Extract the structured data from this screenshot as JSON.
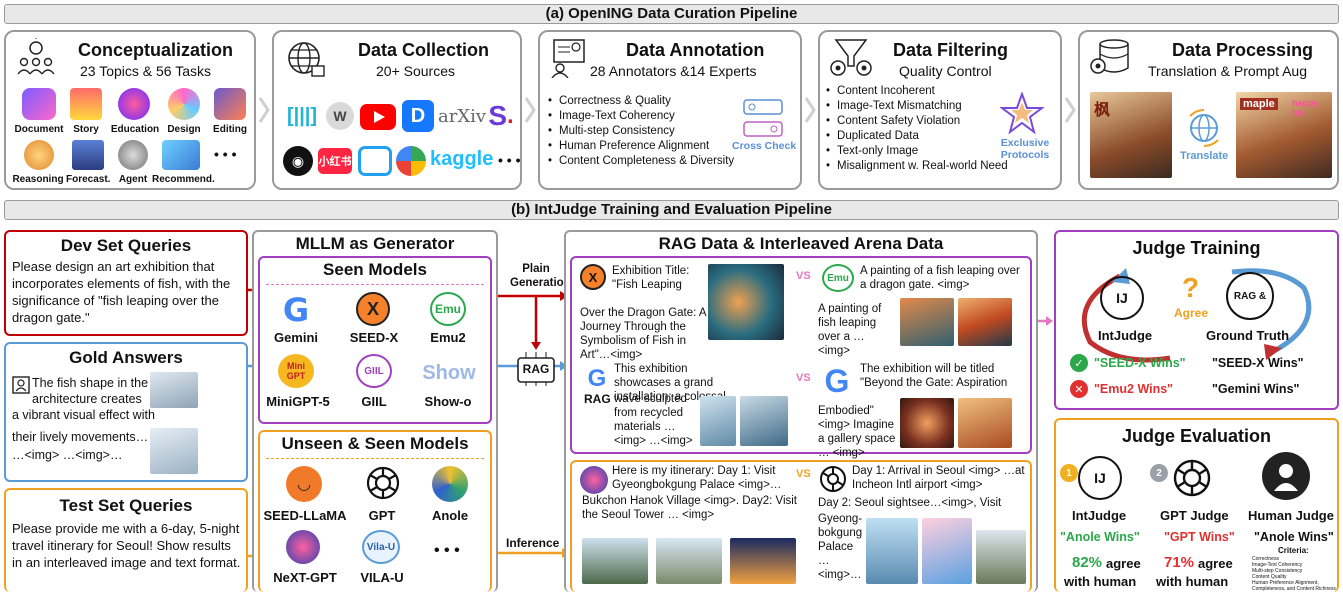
{
  "banner_a": "(a) OpenING Data Curation Pipeline",
  "banner_b": "(b) IntJudge Training and Evaluation Pipeline",
  "concept": {
    "title": "Conceptualization",
    "subtitle": "23 Topics & 56 Tasks",
    "labels": [
      "Document",
      "Story",
      "Education",
      "Design",
      "Editing",
      "Reasoning",
      "Forecast.",
      "Agent",
      "Recommend."
    ],
    "ellipsis": "• • •"
  },
  "collection": {
    "title": "Data Collection",
    "subtitle": "20+ Sources",
    "arxiv": "arXiv",
    "xiaohongshu": "小红书",
    "kaggle": "kaggle",
    "ellipsis": "• • •"
  },
  "annotation": {
    "title": "Data Annotation",
    "subtitle": "28 Annotators &14 Experts",
    "bullets": [
      "Correctness & Quality",
      "Image-Text Coherency",
      "Multi-step Consistency",
      "Human Preference Alignment",
      "Content Completeness & Diversity"
    ],
    "cross_check": "Cross Check"
  },
  "filtering": {
    "title": "Data Filtering",
    "subtitle": "Quality Control",
    "bullets": [
      "Content Incoherent",
      "Image-Text Mismatching",
      "Content Safety Violation",
      "Duplicated Data",
      "Text-only Image",
      "Misalignment w. Real-world Need"
    ],
    "protocols": "Exclusive Protocols"
  },
  "processing": {
    "title": "Data Processing",
    "subtitle": "Translation & Prompt Aug",
    "translate": "Translate",
    "tag_cn": "枫",
    "tag_en": "maple",
    "happy": "happy life"
  },
  "dev": {
    "title": "Dev Set Queries",
    "text": "Please design an art exhibition that incorporates elements of fish, with the significance of \"fish leaping over the dragon gate.\""
  },
  "gold": {
    "title": "Gold Answers",
    "line1": "The fish shape in the",
    "line2": "architecture creates",
    "line3": "a vibrant visual effect with",
    "line4": "their lively movements…",
    "line5": "…<img> …<img>…"
  },
  "test": {
    "title": "Test Set Queries",
    "text": "Please provide me with a 6-day, 5-night travel itinerary for Seoul! Show results in an interleaved image and text format."
  },
  "mllm": {
    "title": "MLLM as Generator",
    "seen_title": "Seen Models",
    "seen": [
      "Gemini",
      "SEED-X",
      "Emu2",
      "MiniGPT-5",
      "GIIL",
      "Show-o"
    ],
    "unseen_title": "Unseen & Seen Models",
    "unseen": [
      "SEED-LLaMA",
      "GPT",
      "Anole",
      "NeXT-GPT",
      "VILA-U"
    ],
    "ellipsis": "• • •",
    "emu_logo": "Emu",
    "minigpt_logo": "Mini GPT",
    "giil_logo": "GIIL",
    "show_logo": "Show",
    "vila_logo": "Vila-U"
  },
  "mid": {
    "plain_generation": "Plain Generation",
    "rag": "RAG",
    "inference": "Inference"
  },
  "rag": {
    "title": "RAG Data & Interleaved Arena Data",
    "q1_a": "Exhibition Title: \"Fish Leaping",
    "q1_b": "Over the Dragon Gate: A Journey Through the Symbolism of Fish in Art\"…<img>",
    "q2_a": "A painting of a fish leaping over a dragon gate. <img>",
    "q2_b": "A painting of  fish leaping over a … <img>",
    "q3_a": "This exhibition showcases a grand installation: a colossal",
    "q3_b": "wave sculpted from recycled materials …<img> …<img>",
    "q3_rag": "RAG",
    "q4_a": "The exhibition will be titled \"Beyond the Gate: Aspiration",
    "q4_b": "Embodied\" <img> Imagine a gallery space … <img>",
    "vs": "VS",
    "t1_a": "Here is my itinerary: Day 1: Visit Gyeongbokgung Palace <img>…",
    "t1_b": "Bukchon Hanok Village <img>. Day2: Visit the Seoul Tower … <img>",
    "t2_a": "Day 1: Arrival in Seoul <img> …at Incheon Intl airport <img>",
    "t2_b": "Day 2: Seoul sightsee…<img>, Visit",
    "t2_c": "Gyeong-bokgung Palace … <img>…"
  },
  "judge_train": {
    "title": "Judge Training",
    "intjudge": "IntJudge",
    "agree": "Agree",
    "ground_truth": "Ground Truth",
    "ij": "IJ",
    "rag_badge": "RAG &",
    "w1": "\"SEED-X Wins\"",
    "w2": "\"SEED-X Wins\"",
    "w3": "\"Emu2 Wins\"",
    "w4": "\"Gemini Wins\""
  },
  "judge_eval": {
    "title": "Judge Evaluation",
    "judges": [
      "IntJudge",
      "GPT Judge",
      "Human Judge"
    ],
    "wins": [
      "\"Anole Wins\"",
      "\"GPT Wins\"",
      "\"Anole Wins\""
    ],
    "pct1": "82%",
    "pct2": "71%",
    "agree_word": "agree",
    "with_human": "with human",
    "criteria_title": "Criteria:",
    "criteria": [
      "Correctness",
      "Image-Text Coherency",
      "Multi-step Consistency",
      "Content Quality",
      "Human Preference Alignment,",
      "Completeness, and Content Richness"
    ],
    "medal1": "1",
    "medal2": "2"
  },
  "colors": {
    "red": "#c00000",
    "blue": "#5b9bd5",
    "orange": "#f0a020",
    "purple": "#a040c0",
    "pink": "#e377c2",
    "green": "#2aa84a"
  }
}
